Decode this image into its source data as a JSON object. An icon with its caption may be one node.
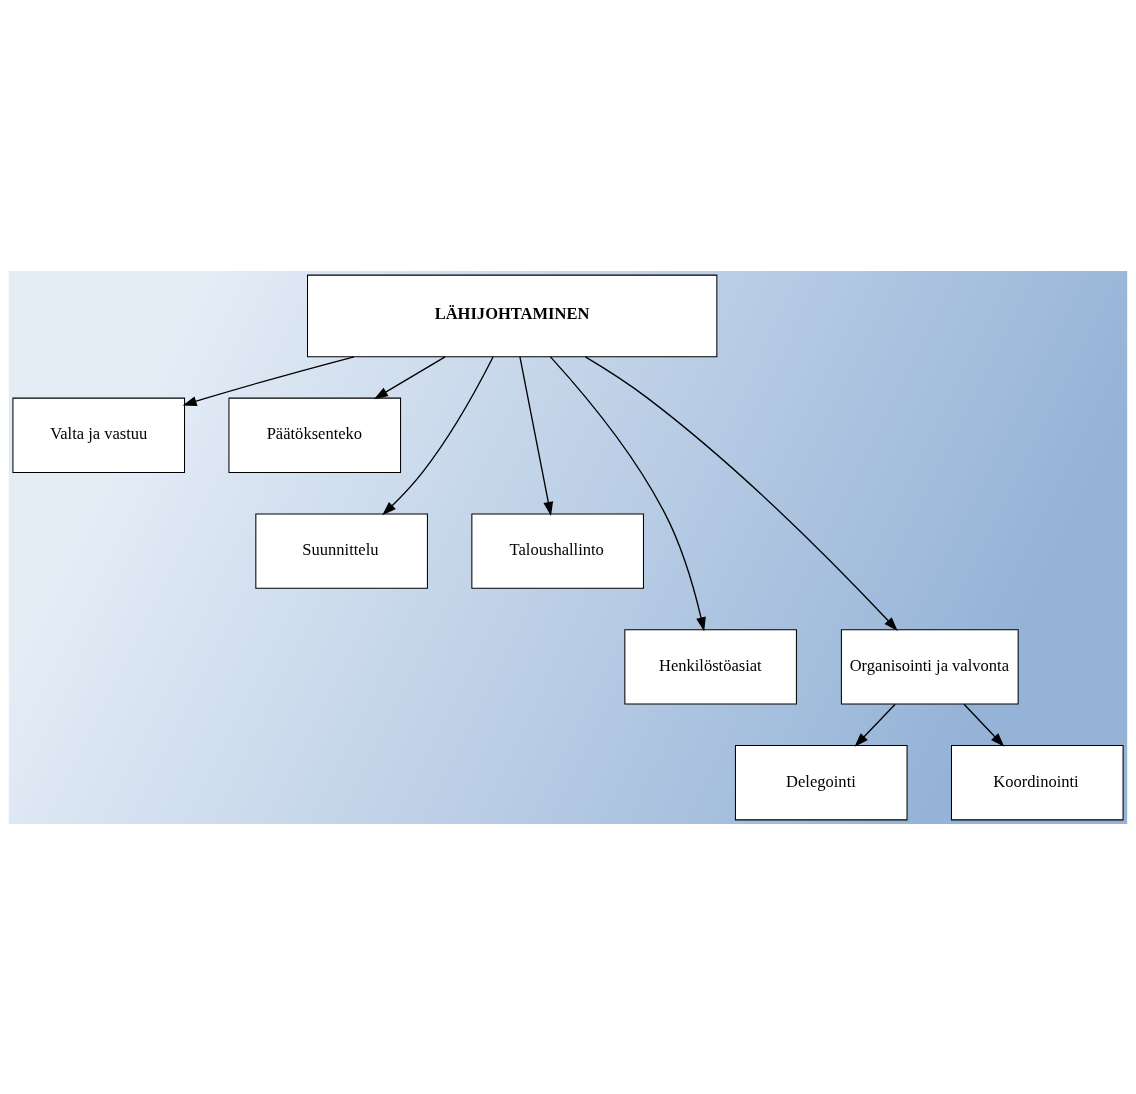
{
  "diagram": {
    "nodes": [
      {
        "text": [
          "LÄHIJOHTAMINEN"
        ]
      },
      {
        "text": [
          "Valta ja vastuu"
        ]
      },
      {
        "text": [
          "Päätöksenteko"
        ]
      },
      {
        "text": [
          "Suunnittelu"
        ]
      },
      {
        "text": [
          "Taloushallinto"
        ]
      },
      {
        "text": [
          "Henkilöstöasiat"
        ]
      },
      {
        "text": [
          "Organisointi ja valvonta"
        ]
      },
      {
        "text": [
          "Delegointi"
        ]
      },
      {
        "text": [
          "Koordinointi"
        ]
      }
    ],
    "edges": [
      {
        "from": 0,
        "to": 1,
        "arrow": "to"
      },
      {
        "from": 0,
        "to": 3,
        "arrow": "to"
      },
      {
        "from": 0,
        "to": 5,
        "arrow": "to"
      },
      {
        "from": 0,
        "to": 6,
        "arrow": "to"
      },
      {
        "from": 0,
        "to": 4,
        "arrow": "to"
      },
      {
        "from": 0,
        "to": 2,
        "arrow": "to"
      },
      {
        "from": 6,
        "to": 7,
        "arrow": "to"
      },
      {
        "from": 6,
        "to": 8,
        "arrow": "to"
      }
    ]
  }
}
